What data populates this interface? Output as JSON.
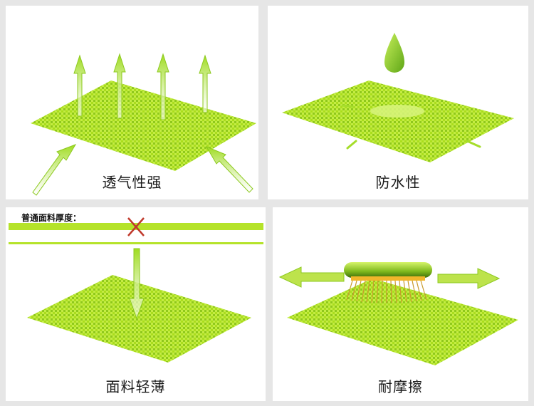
{
  "panels": [
    {
      "caption": "透气性强"
    },
    {
      "caption": "防水性"
    },
    {
      "caption": "面料轻薄",
      "thickness_label": "普通面料厚度："
    },
    {
      "caption": "耐摩擦"
    }
  ],
  "colors": {
    "fabric": "#a6dd1a",
    "fabric_dark": "#7fbf1c",
    "accent": "#c8f04c",
    "cross": "#c0392b",
    "brush_bar": "#f0b62a"
  }
}
